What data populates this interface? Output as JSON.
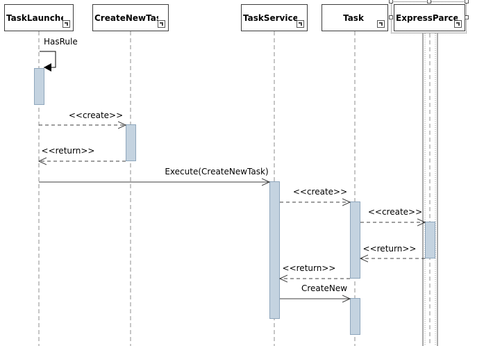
{
  "lifelines": [
    {
      "id": "launcher",
      "name": "TaskLauncher"
    },
    {
      "id": "create",
      "name": "CreateNewTask"
    },
    {
      "id": "service",
      "name": "TaskService"
    },
    {
      "id": "task",
      "name": "Task"
    },
    {
      "id": "parcel",
      "name": "ExpressParcel"
    }
  ],
  "messages": [
    {
      "id": "hasrule",
      "label": "HasRule",
      "kind": "self"
    },
    {
      "id": "create1",
      "label": "<<create>>",
      "kind": "create"
    },
    {
      "id": "return1",
      "label": "<<return>>",
      "kind": "return"
    },
    {
      "id": "execute",
      "label": "Execute(CreateNewTask)",
      "kind": "sync"
    },
    {
      "id": "create2",
      "label": "<<create>>",
      "kind": "create"
    },
    {
      "id": "create3",
      "label": "<<create>>",
      "kind": "create"
    },
    {
      "id": "return3",
      "label": "<<return>>",
      "kind": "return"
    },
    {
      "id": "return2",
      "label": "<<return>>",
      "kind": "return"
    },
    {
      "id": "createnew",
      "label": "CreateNew",
      "kind": "sync"
    }
  ],
  "colors": {
    "activation_fill": "#c4d3e0",
    "activation_border": "#8ea6bc",
    "line": "#3c3c3c",
    "lifeline_dash": "#8c8c8c"
  }
}
